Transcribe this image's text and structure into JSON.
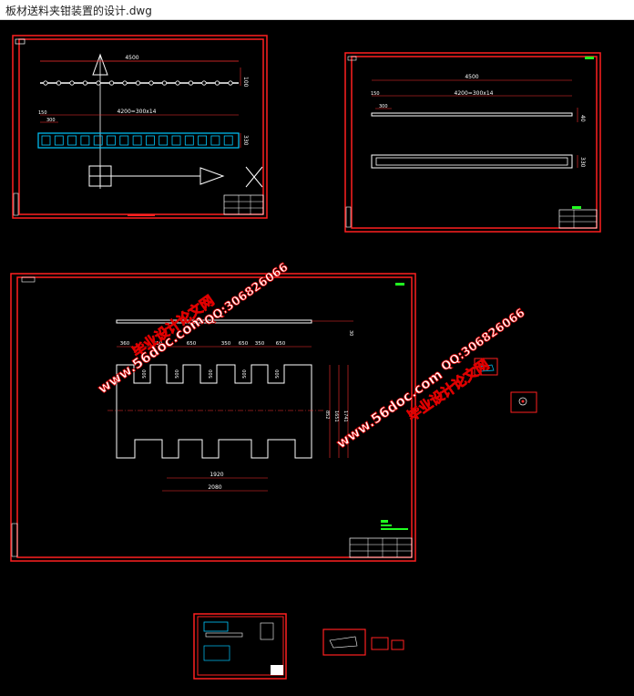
{
  "window": {
    "title": "板材送料夹钳装置的设计.dwg"
  },
  "sheet1": {
    "dim_total": "4500",
    "dim_150": "150",
    "dim_300": "300",
    "dim_pitch": "4200=300x14",
    "dim_h1": "100",
    "dim_h2": "330"
  },
  "sheet2": {
    "dim_total": "4500",
    "dim_150": "150",
    "dim_300": "300",
    "dim_pitch": "4200=300x14",
    "dim_h1": "40",
    "dim_h2": "330"
  },
  "sheet3": {
    "dim_right": "30",
    "top_dims": [
      "360",
      "650",
      "650",
      "350",
      "650",
      "350",
      "650"
    ],
    "slot_dims": [
      "500",
      "500",
      "500",
      "500",
      "500"
    ],
    "dim_852": "852",
    "dim_1651": "1651",
    "dim_1741": "1741",
    "dim_1920": "1920",
    "dim_2080": "2080"
  },
  "watermarks": {
    "site_cn": "毕业设计论文网",
    "site_url": "www.56doc.com",
    "qq": "QQ:306826066"
  },
  "colors": {
    "frame": "#ff2020",
    "line": "#ffffff",
    "dim": "#ff3030",
    "accent": "#00c8ff",
    "watermark_fill": "#ffffff",
    "watermark_stroke": "#e00000",
    "hatch": "#c040ff",
    "note": "#20ff20"
  }
}
